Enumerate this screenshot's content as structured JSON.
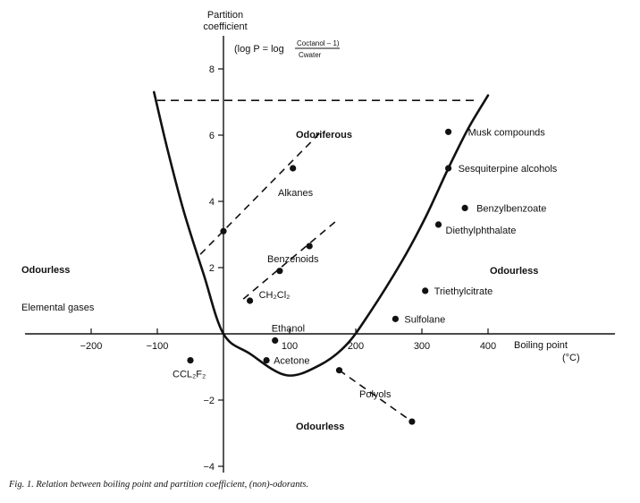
{
  "caption": "Fig. 1. Relation between boiling point and partition coefficient, (non)-odorants.",
  "chart_data": {
    "type": "scatter",
    "title": "",
    "xlabel": "Boiling point",
    "xunit": "(°C)",
    "ylabel": "Partition coefficient",
    "xlim": [
      -300,
      590
    ],
    "ylim": [
      -4.3,
      9.5
    ],
    "x_ticks": [
      -200,
      -100,
      100,
      200,
      300,
      400
    ],
    "x_tick_labels": [
      "−200",
      "−100",
      "100",
      "200",
      "300",
      "400"
    ],
    "y_ticks": [
      -4,
      -2,
      2,
      4,
      6,
      8
    ],
    "y_tick_labels": [
      "−4",
      "−2",
      "2",
      "4",
      "6",
      "8"
    ],
    "formula": {
      "prefix": "(log P = log",
      "numerator": "Coctanol – 1)",
      "denominator": "Cwater"
    },
    "points": [
      {
        "name": "Musk compounds",
        "x": 340,
        "y": 6.1
      },
      {
        "name": "Sesquiterpine alcohols",
        "x": 340,
        "y": 5.0
      },
      {
        "name": "Benzylbenzoate",
        "x": 365,
        "y": 3.8
      },
      {
        "name": "Diethylphthalate",
        "x": 325,
        "y": 3.3
      },
      {
        "name": "Triethylcitrate",
        "x": 305,
        "y": 1.3
      },
      {
        "name": "Sulfolane",
        "x": 260,
        "y": 0.45
      },
      {
        "name": "CH₂Cl₂",
        "x": 40,
        "y": 1.0
      },
      {
        "name": "Ethanol",
        "x": 78,
        "y": -0.2
      },
      {
        "name": "Acetone",
        "x": 65,
        "y": -0.8
      },
      {
        "name": "CCL₂F₂",
        "x": -50,
        "y": -0.8
      },
      {
        "name": "",
        "x": 105,
        "y": 5.0
      },
      {
        "name": "",
        "x": 0,
        "y": 3.1
      },
      {
        "name": "",
        "x": 130,
        "y": 2.65
      },
      {
        "name": "",
        "x": 85,
        "y": 1.9
      },
      {
        "name": "",
        "x": 175,
        "y": -1.1
      },
      {
        "name": "",
        "x": 285,
        "y": -2.65
      }
    ],
    "trend_lines": [
      {
        "name": "Alkanes",
        "from": [
          -35,
          2.4
        ],
        "to": [
          145,
          6.05
        ]
      },
      {
        "name": "Benzenoids",
        "from": [
          30,
          1.05
        ],
        "to": [
          170,
          3.4
        ]
      },
      {
        "name": "Polyols",
        "from": [
          175,
          -1.1
        ],
        "to": [
          285,
          -2.65
        ]
      }
    ],
    "boundary_curve": [
      [
        -105,
        7.3
      ],
      [
        -85,
        5.6
      ],
      [
        -60,
        3.7
      ],
      [
        -30,
        1.8
      ],
      [
        0,
        0.0
      ],
      [
        40,
        -0.6
      ],
      [
        95,
        -1.25
      ],
      [
        145,
        -0.95
      ],
      [
        185,
        -0.35
      ],
      [
        220,
        0.6
      ],
      [
        270,
        2.2
      ],
      [
        305,
        3.5
      ],
      [
        340,
        5.0
      ],
      [
        370,
        6.2
      ],
      [
        400,
        7.2
      ]
    ],
    "threshold_line": {
      "y": 7.05,
      "from": -100,
      "to": 385
    },
    "region_labels": {
      "top": "Odoriferous",
      "left": "Odourless",
      "right": "Odourless",
      "bottom": "Odourless",
      "left_sub": "Elemental gases"
    },
    "series_labels": {
      "alkanes": "Alkanes",
      "benzenoids": "Benzenoids",
      "polyols": "Polyols"
    }
  }
}
